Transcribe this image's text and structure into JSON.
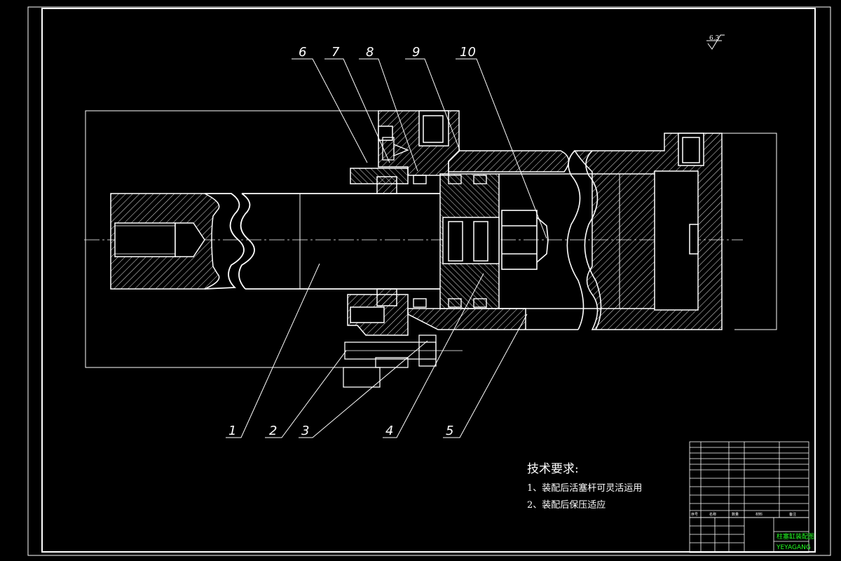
{
  "technical_requirements": {
    "heading": "技术要求:",
    "items": [
      "1、装配后活塞杆可灵活运用",
      "2、装配后保压适应"
    ]
  },
  "roughness_symbol": "6.3",
  "balloons": [
    "1",
    "2",
    "3",
    "4",
    "5",
    "6",
    "7",
    "8",
    "9",
    "10"
  ],
  "title_block": {
    "project_title": "柱塞缸装配图",
    "designer_mark": "YEYAGANG"
  },
  "parts_list_headers": [
    "序号",
    "名称",
    "数量",
    "材料",
    "备注"
  ],
  "colors": {
    "background": "#000000",
    "lines": "#ffffff",
    "title_accent": "#22ff22"
  }
}
